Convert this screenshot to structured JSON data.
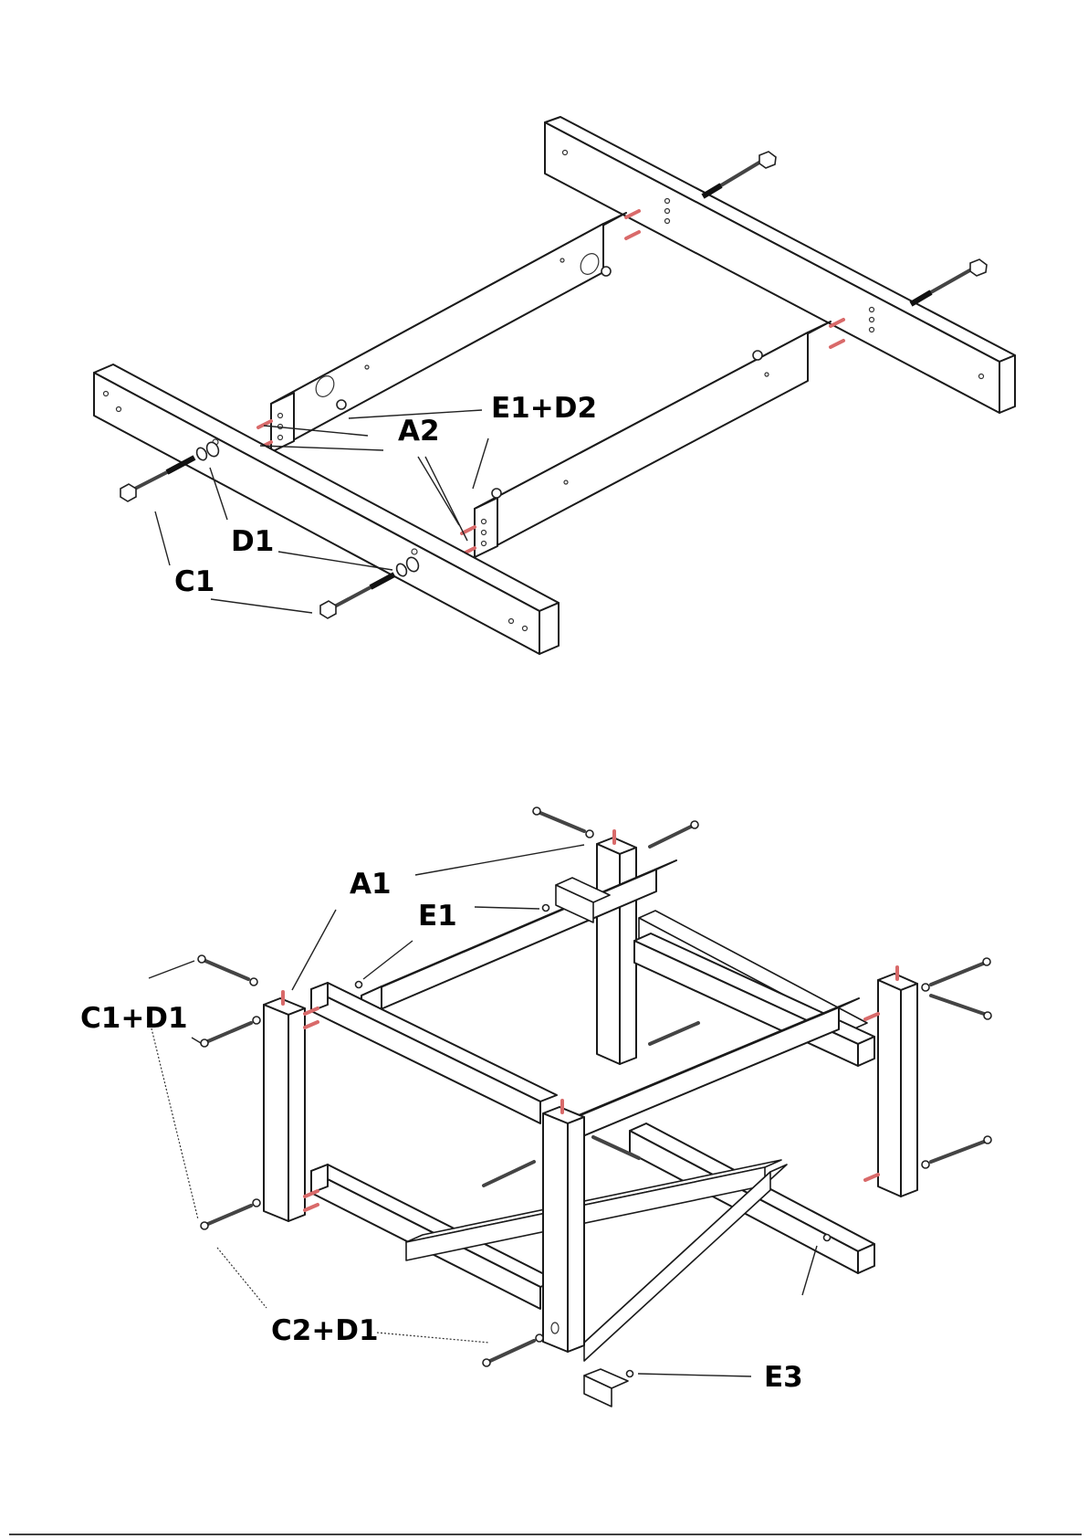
{
  "top_figure": {
    "labels": {
      "e1_d2": "E1+D2",
      "a2": "A2",
      "d1": "D1",
      "c1": "C1"
    }
  },
  "bottom_figure": {
    "labels": {
      "a1": "A1",
      "e1": "E1",
      "c1_d1": "C1+D1",
      "c2_d1": "C2+D1",
      "e3": "E3"
    }
  }
}
